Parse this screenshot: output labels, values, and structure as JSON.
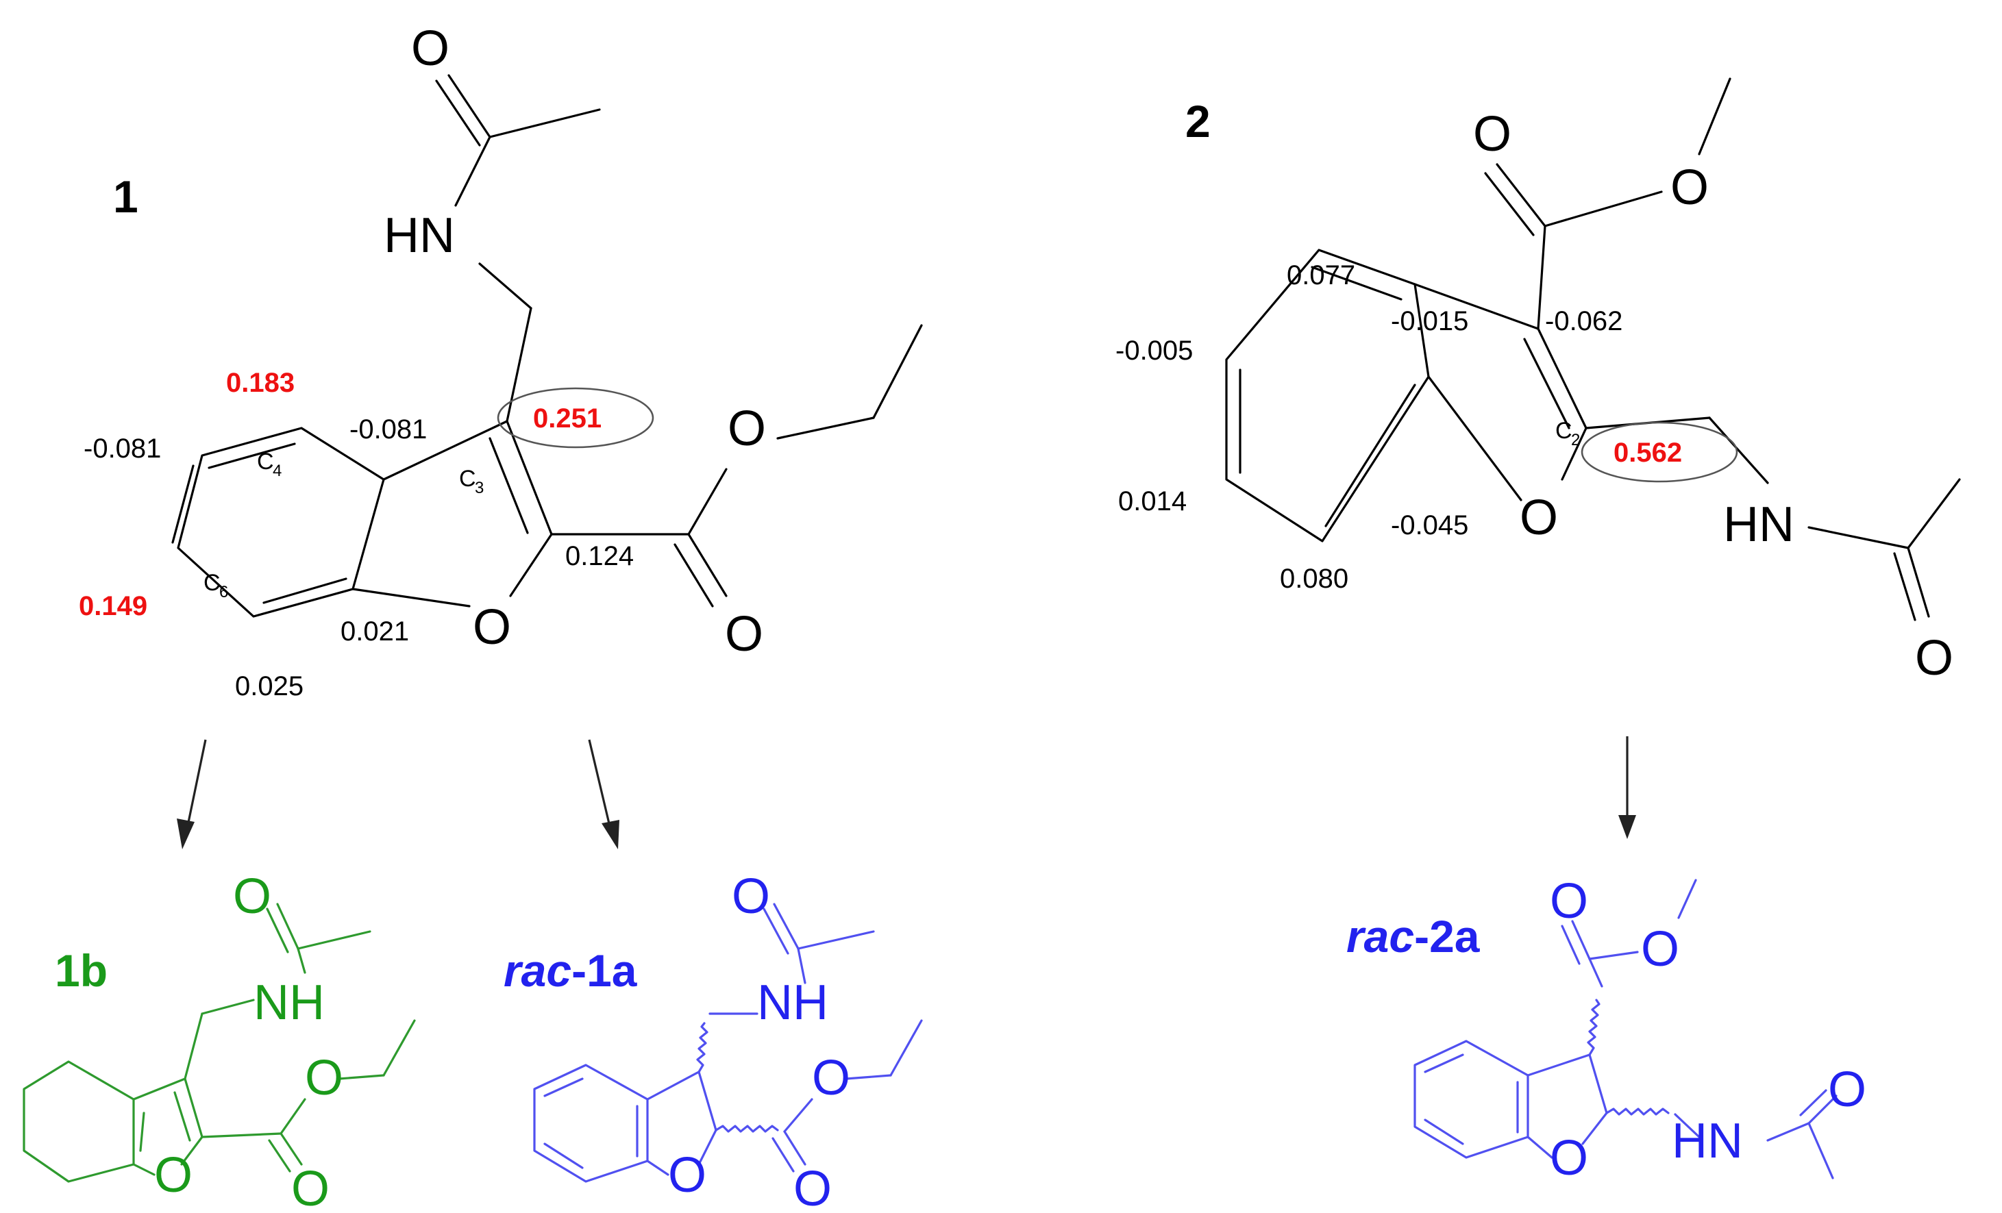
{
  "compounds": {
    "c1": {
      "label": "1",
      "atoms": {
        "o_acetyl": "O",
        "hn": "HN",
        "o_ring": "O",
        "o_ester": "O",
        "o_carbonyl": "O"
      },
      "carbon_labels": {
        "c4": "C",
        "c4_sub": "4",
        "c3": "C",
        "c3_sub": "3",
        "c6": "C",
        "c6_sub": "6"
      },
      "charges": {
        "c4_pos": "0.183",
        "c5_pos": "-0.081",
        "c3a_pos": "-0.081",
        "c3_pos": "0.251",
        "c7_pos": "0.149",
        "c2_pos": "0.124",
        "c7a_pos": "0.021",
        "c6_pos": "0.025"
      }
    },
    "c2": {
      "label": "2",
      "atoms": {
        "o_carbonyl": "O",
        "o_ester": "O",
        "o_ring": "O",
        "hn": "HN",
        "o_acetyl": "O"
      },
      "carbon_labels": {
        "c2": "C",
        "c2_sub": "2"
      },
      "charges": {
        "c4_pos": "0.077",
        "c3a_pos": "-0.015",
        "c3_pos": "-0.062",
        "c5_pos": "-0.005",
        "c2_pos": "0.562",
        "c6_pos": "0.014",
        "c7a_pos": "-0.045",
        "c7_pos": "0.080"
      }
    },
    "p1b": {
      "label": "1b",
      "atoms": {
        "o_acetyl": "O",
        "nh": "NH",
        "o_ester": "O",
        "o_ring": "O",
        "o_carbonyl": "O"
      }
    },
    "rac1a": {
      "label_prefix": "rac",
      "label_suffix": "-1a",
      "atoms": {
        "o_acetyl": "O",
        "nh": "NH",
        "o_ester": "O",
        "o_ring": "O",
        "o_carbonyl": "O"
      }
    },
    "rac2a": {
      "label_prefix": "rac",
      "label_suffix": "-2a",
      "atoms": {
        "o_carbonyl": "O",
        "o_ester": "O",
        "o_ring": "O",
        "hn": "HN",
        "o_acetyl": "O"
      }
    }
  },
  "colors": {
    "charge_highlight": "#ee1111",
    "product_1b": "#1a9a1a",
    "product_rac": "#2222ee",
    "structure": "#000000"
  }
}
